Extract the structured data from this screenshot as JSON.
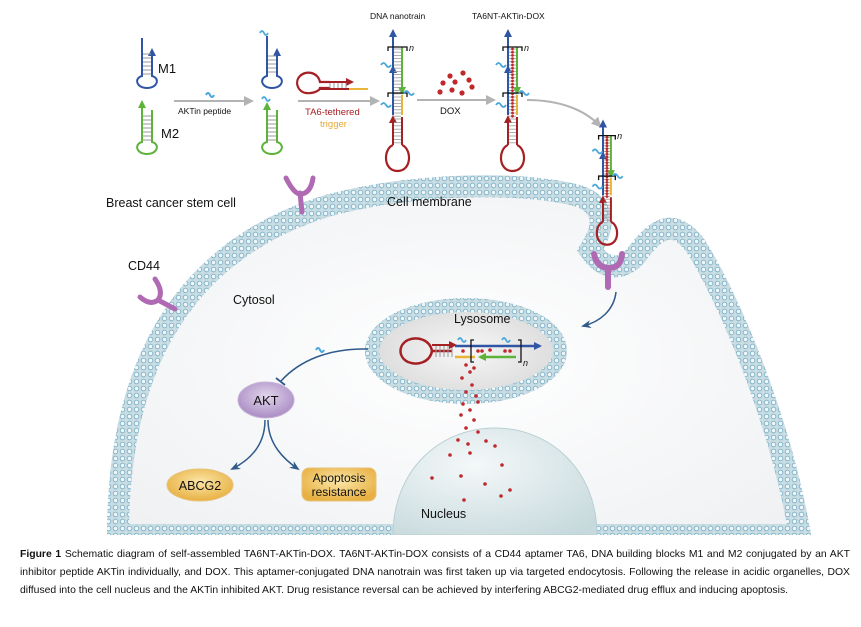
{
  "figure": {
    "top_labels": {
      "m1": "M1",
      "m2": "M2",
      "aktin_peptide": "AKTin peptide",
      "ta6_tethered": "TA6-tethered",
      "trigger": "trigger",
      "dna_nanotrain": "DNA nanotrain",
      "dox": "DOX",
      "ta6nt_aktin_dox": "TA6NT-AKTin-DOX",
      "repeat_n": "n"
    },
    "cell_labels": {
      "breast_cancer_stem_cell": "Breast cancer stem cell",
      "cell_membrane": "Cell membrane",
      "cd44": "CD44",
      "cytosol": "Cytosol",
      "lysosome": "Lysosome",
      "akt": "AKT",
      "abcg2": "ABCG2",
      "apoptosis_line1": "Apoptosis",
      "apoptosis_line2": "resistance",
      "nucleus": "Nucleus"
    },
    "colors": {
      "m1_blue": "#2f55a4",
      "m2_green": "#5db33a",
      "trigger_red": "#a52024",
      "trigger_yellow": "#e8b43a",
      "peptide_cyan": "#4aa8dc",
      "dox_red": "#c0282c",
      "cd44_purple": "#b06ab3",
      "membrane_fill": "#c9dde3",
      "membrane_head": "#7fb2c8",
      "akt_purple": "#b59ccc",
      "outcome_orange": "#f0c45e",
      "arrow_gray": "#b3b3b3",
      "arrow_navy": "#2f5a8a"
    }
  },
  "caption": {
    "label": "Figure 1",
    "text": "Schematic diagram of self-assembled TA6NT-AKTin-DOX. TA6NT-AKTin-DOX consists of a CD44 aptamer TA6, DNA building blocks M1 and M2 conjugated by an AKT inhibitor peptide AKTin individually, and DOX. This aptamer-conjugated DNA nanotrain was first taken up via targeted endocytosis. Following the release in acidic organelles, DOX diffused into the cell nucleus and the AKTin inhibited AKT. Drug resistance reversal can be achieved by interfering ABCG2-mediated drug efflux and inducing apoptosis."
  }
}
